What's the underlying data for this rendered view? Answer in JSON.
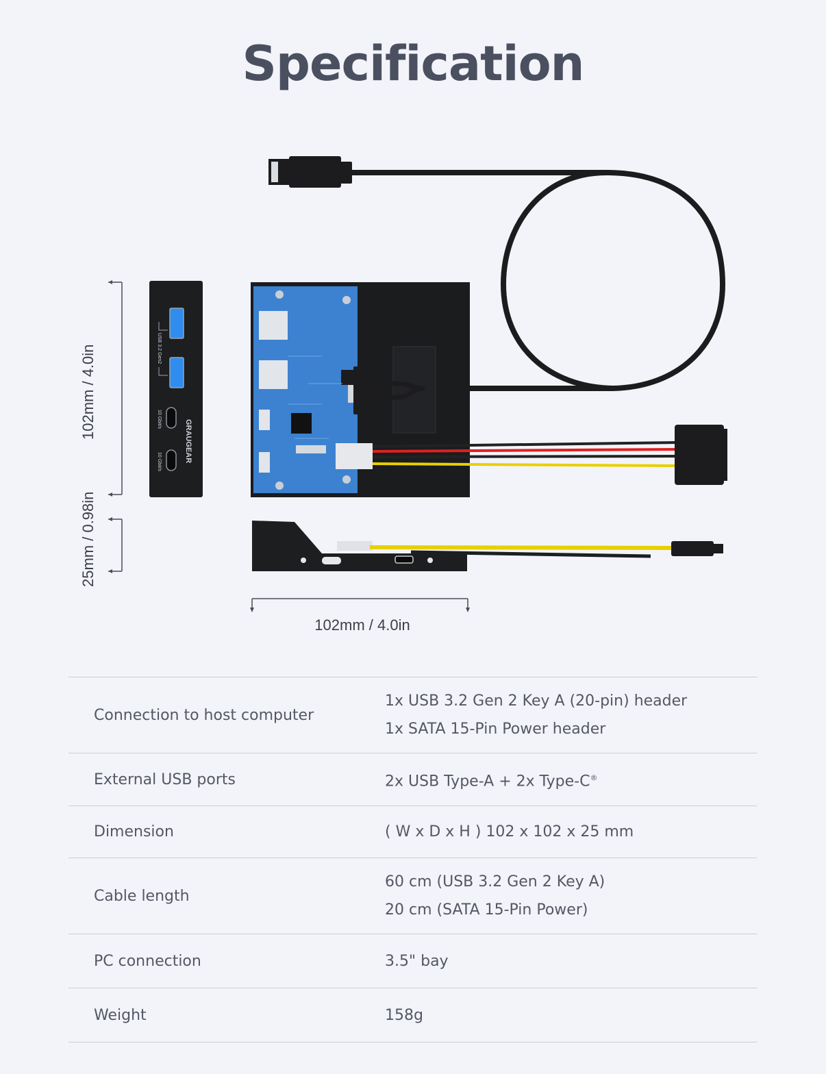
{
  "title": "Specification",
  "diagram": {
    "height_dimension": "102mm / 4.0in",
    "depth_dimension": "25mm / 0.98in",
    "width_dimension": "102mm / 4.0in",
    "brand_text": "GRAUGEAR",
    "port_label_usb": "USB 3.2 Gen2",
    "port_label_c1": "10 Gbit/s",
    "port_label_c2": "10 Gbit/s",
    "colors": {
      "panel": "#1d1e20",
      "pcb": "#3c82d0",
      "usb_blue": "#2f8df0",
      "wire_red": "#e02020",
      "wire_yellow": "#e8d000"
    }
  },
  "specs": [
    {
      "label": "Connection to host computer",
      "values": [
        "1x USB 3.2 Gen 2 Key A (20-pin) header",
        "1x SATA 15-Pin Power header"
      ]
    },
    {
      "label": "External USB ports",
      "values": [
        "2x USB Type-A + 2x Type-C"
      ],
      "mark": "®"
    },
    {
      "label": "Dimension",
      "values": [
        "( W x D x H ) 102 x 102 x 25 mm"
      ]
    },
    {
      "label": "Cable length",
      "values": [
        "60 cm (USB 3.2 Gen 2 Key A)",
        "20 cm (SATA 15-Pin Power)"
      ]
    },
    {
      "label": "PC connection",
      "values": [
        "3.5\" bay"
      ]
    },
    {
      "label": "Weight",
      "values": [
        "158g"
      ]
    }
  ]
}
